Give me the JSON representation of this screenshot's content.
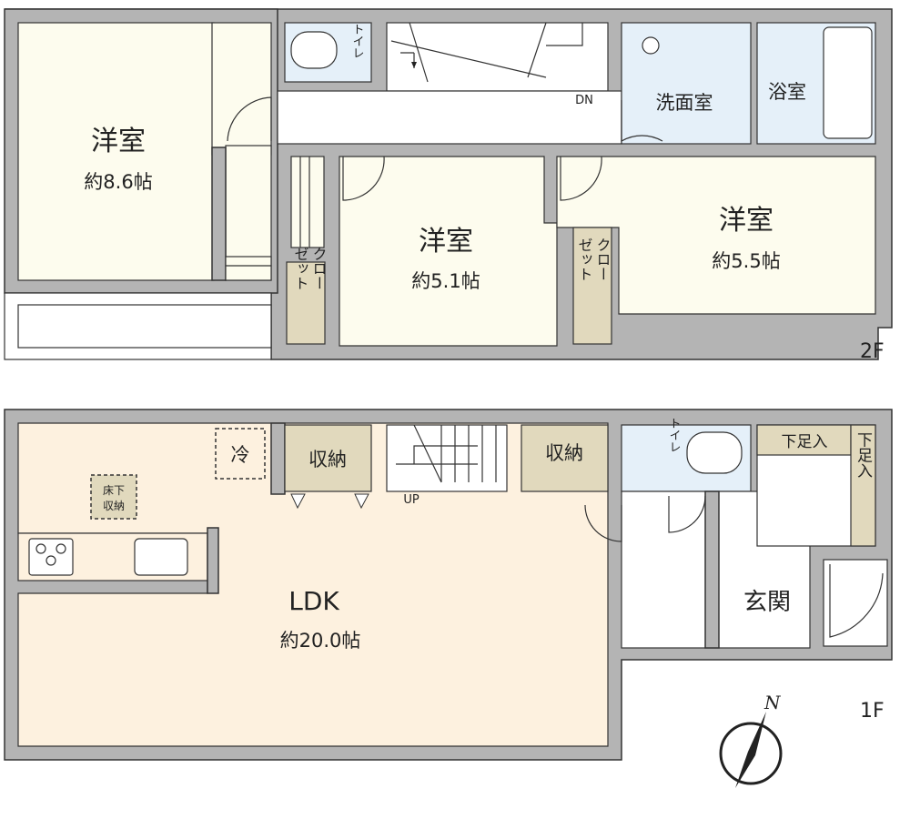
{
  "floor2": {
    "label": "2F",
    "rooms": [
      {
        "name": "洋室",
        "size": "約8.6帖"
      },
      {
        "name": "洋室",
        "size": "約5.1帖"
      },
      {
        "name": "洋室",
        "size": "約5.5帖"
      }
    ],
    "toilet": "トイレ",
    "washroom": "洗面室",
    "bathroom": "浴室",
    "stairs": "DN",
    "closet_left": [
      "クロー",
      "ゼット"
    ],
    "closet_right": [
      "クロー",
      "ゼット"
    ]
  },
  "floor1": {
    "label": "1F",
    "ldk": {
      "name": "LDK",
      "size": "約20.0帖"
    },
    "fridge": "冷",
    "underfloor_storage": [
      "床下",
      "収納"
    ],
    "storage_1": "収納",
    "storage_2": "収納",
    "stairs": "UP",
    "toilet": "トイレ",
    "shoe_storage_top": "下足入",
    "shoe_storage_side": "下足入",
    "entrance": "玄関"
  },
  "compass": {
    "label": "N"
  },
  "colors": {
    "wall": "#b4b4b4",
    "room": "#fdfcee",
    "ldk": "#fdf1df",
    "wet_area": "#e5f0f9",
    "closet": "#e1d9bd"
  }
}
